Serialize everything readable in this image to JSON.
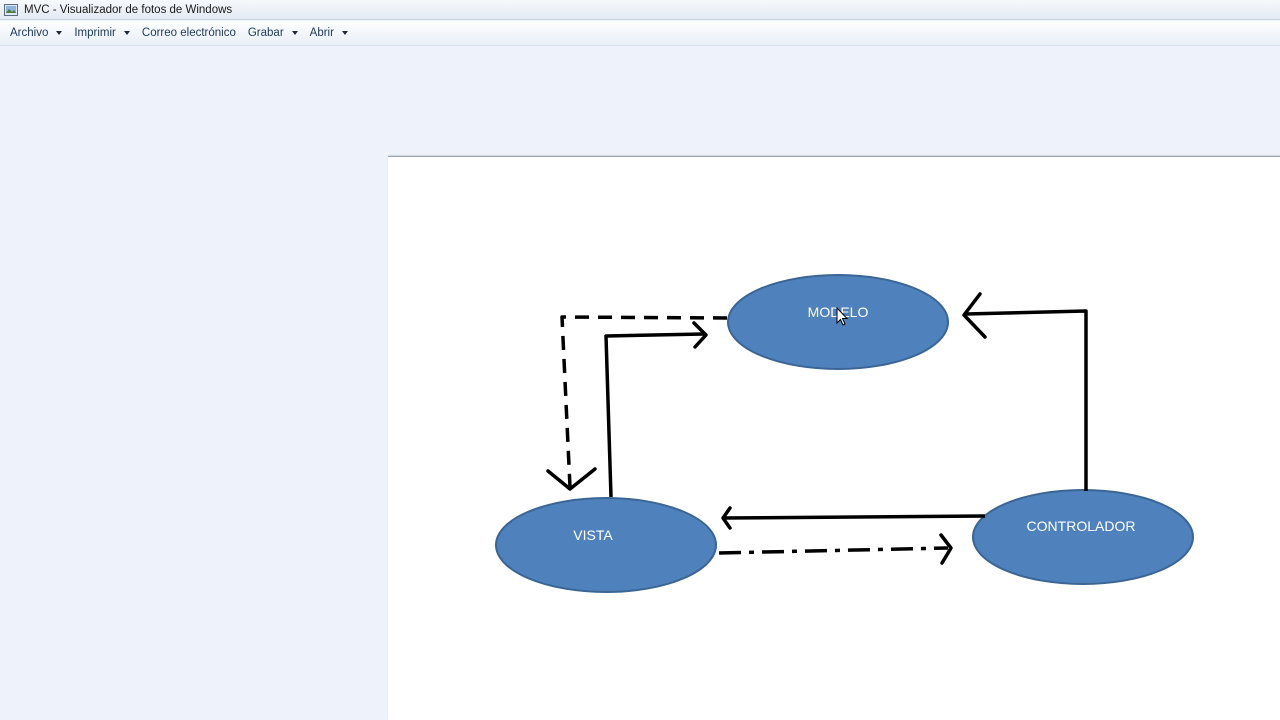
{
  "window": {
    "title": "MVC - Visualizador de fotos de Windows",
    "icon": "photo-viewer-icon"
  },
  "menu": {
    "items": [
      {
        "label": "Archivo",
        "dropdown": true
      },
      {
        "label": "Imprimir",
        "dropdown": true
      },
      {
        "label": "Correo electrónico",
        "dropdown": false
      },
      {
        "label": "Grabar",
        "dropdown": true
      },
      {
        "label": "Abrir",
        "dropdown": true
      }
    ]
  },
  "diagram": {
    "nodes": {
      "modelo": "MODELO",
      "vista": "VISTA",
      "controlador": "CONTROLADOR"
    },
    "colors": {
      "node_fill": "#4f81bd",
      "node_stroke": "#3a6595",
      "arrow": "#000000"
    }
  }
}
